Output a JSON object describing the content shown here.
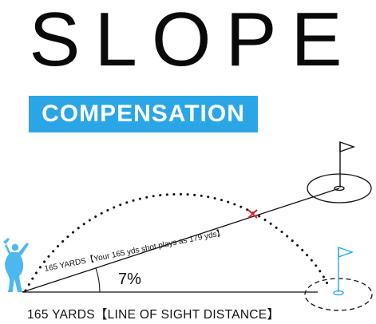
{
  "title": "SLOPE",
  "subtitle": "COMPENSATION",
  "slope_label": "165 YARDS【Your 165 yds shot plays as 179 yds】",
  "angle_label": "7%",
  "bottom_label": "165 YARDS【LINE OF SIGHT DISTANCE】",
  "colors": {
    "accent": "#2aa6e6",
    "golfer": "#4db8f0",
    "marker": "#e0242a",
    "ink": "#111111"
  }
}
